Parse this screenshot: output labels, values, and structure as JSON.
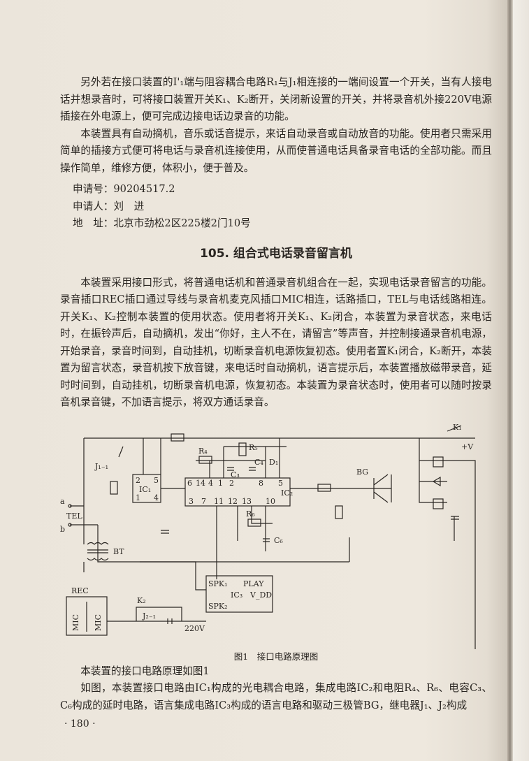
{
  "paragraphs_top": [
    "另外若在接口装置的I'₁端与阻容耦合电路R₁与J₁相连接的一端间设置一个开关，当有人接电话并想录音时，可将接口装置开关K₁、K₂断开，关闭新设置的开关，并将录音机外接220V电源插接在外电源上，便可完成边接电话边录音的功能。",
    "本装置具有自动摘机，音乐或话音提示，来话自动录音或自动放音的功能。使用者只需采用简单的插接方式便可将电话与录音机连接使用，从而使普通电话具备录音电话的全部功能。而且操作简单，维修方便，体积小，便于普及。"
  ],
  "info": {
    "app_no_label": "申请号：",
    "app_no": "90204517.2",
    "applicant_label": "申请人：",
    "applicant": "刘　进",
    "address_label": "地　址：",
    "address": "北京市劲松2区225楼2门10号"
  },
  "section_title": "105. 组合式电话录音留言机",
  "paragraph_main": "本装置采用接口形式，将普通电话机和普通录音机组合在一起，实现电话录音留言的功能。录音插口REC插口通过导线与录音机麦克风插口MIC相连，话路插口，TEL与电话线路相连。开关K₁、K₂控制本装置的使用状态。使用者将开关K₁、K₂闭合，本装置为录音状态，来电话时，在振铃声后，自动摘机，发出“你好，主人不在，请留言”等声音，并控制接通录音机电源，开始录音，录音时间到，自动挂机，切断录音机电源恢复初态。使用者置K₁闭合，K₂断开，本装置为留言状态，录音机按下放音键，来电话时自动摘机，语言提示后，本装置播放磁带录音，延时时间到，自动挂机，切断录音机电源，恢复初态。本装置为录音状态时，使用者可以随时按录音机录音键，不加语言提示，将双方通话录音。",
  "diagram_labels": {
    "k1": "K₁",
    "vplus": "+V",
    "j11": "J₁₋₁",
    "tel": "TEL",
    "a": "a",
    "b": "b",
    "ic1": "IC₁",
    "ic2": "IC₂",
    "ic3": "IC₃",
    "r4": "R₄",
    "r5": "R₅",
    "r6": "R₆",
    "c3": "C₃",
    "c4": "C₄",
    "c6": "C₆",
    "d1": "D₁",
    "bg": "BG",
    "bt": "BT",
    "spk1": "SPK₁",
    "spk2": "SPK₂",
    "play": "PLAY",
    "vdd": "V_DD",
    "rec": "REC",
    "mic": "MIC",
    "k2": "K₂",
    "j21": "J₂₋₁",
    "v220": "220V",
    "ic1_pins": [
      "2",
      "5",
      "1",
      "4"
    ],
    "ic2_pins_top": [
      "6",
      "14",
      "4",
      "1",
      "2",
      "8",
      "5"
    ],
    "ic2_pins_bottom": [
      "3",
      "7",
      "11",
      "12",
      "13",
      "10"
    ]
  },
  "figure_caption": "图1　接口电路原理图",
  "paragraph_fig_ref": "本装置的接口电路原理如图1",
  "paragraph_bottom": "如图，本装置接口电路由IC₁构成的光电耦合电路，集成电路IC₂和电阻R₄、R₆、电容C₃、C₆构成的延时电路，语言集成电路IC₃构成的语言电路和驱动三极管BG，继电器J₁、J₂构成",
  "page_number": "· 180 ·"
}
